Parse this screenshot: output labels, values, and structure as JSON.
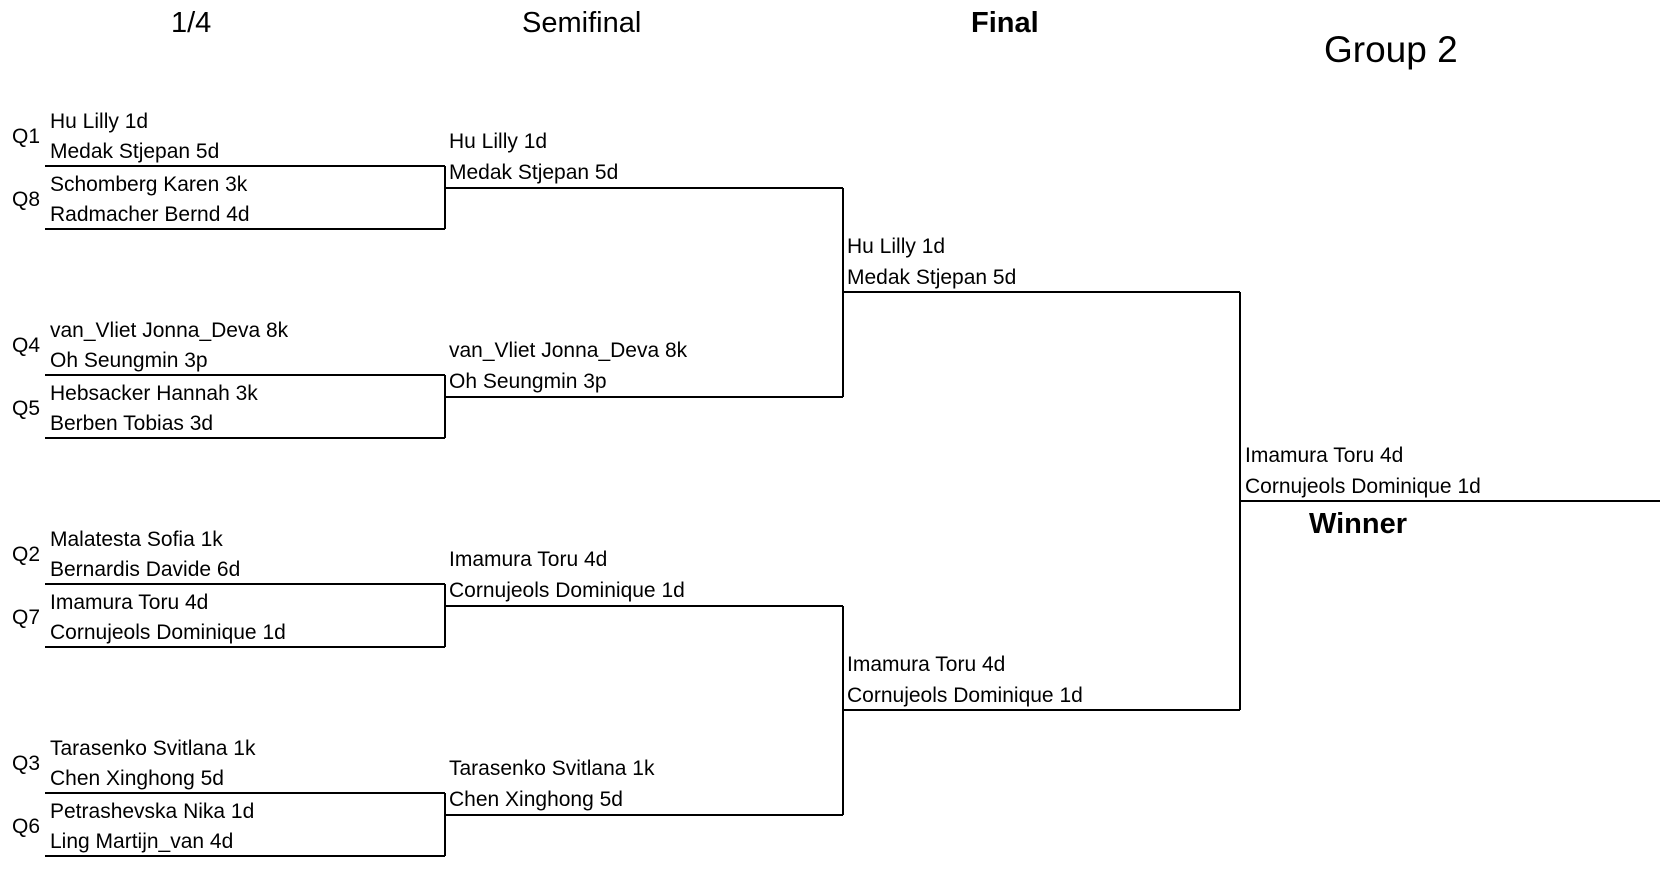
{
  "headers": {
    "quarter": "1/4",
    "semifinal": "Semifinal",
    "final": "Final",
    "group": "Group 2",
    "winner": "Winner"
  },
  "quarterfinals": [
    {
      "label": "Q1",
      "p1": "Hu Lilly 1d",
      "p2": "Medak Stjepan 5d"
    },
    {
      "label": "Q8",
      "p1": "Schomberg Karen 3k",
      "p2": "Radmacher Bernd 4d"
    },
    {
      "label": "Q4",
      "p1": "van_Vliet Jonna_Deva 8k",
      "p2": "Oh Seungmin 3p"
    },
    {
      "label": "Q5",
      "p1": "Hebsacker Hannah 3k",
      "p2": "Berben Tobias 3d"
    },
    {
      "label": "Q2",
      "p1": "Malatesta Sofia 1k",
      "p2": "Bernardis Davide 6d"
    },
    {
      "label": "Q7",
      "p1": "Imamura Toru 4d",
      "p2": "Cornujeols Dominique 1d"
    },
    {
      "label": "Q3",
      "p1": "Tarasenko Svitlana 1k",
      "p2": "Chen Xinghong 5d"
    },
    {
      "label": "Q6",
      "p1": "Petrashevska Nika 1d",
      "p2": "Ling Martijn_van 4d"
    }
  ],
  "semifinals": [
    {
      "p1": "Hu Lilly 1d",
      "p2": "Medak Stjepan 5d"
    },
    {
      "p1": "van_Vliet Jonna_Deva 8k",
      "p2": "Oh Seungmin 3p"
    },
    {
      "p1": "Imamura Toru 4d",
      "p2": "Cornujeols Dominique 1d"
    },
    {
      "p1": "Tarasenko Svitlana 1k",
      "p2": "Chen Xinghong 5d"
    }
  ],
  "finals": [
    {
      "p1": "Hu Lilly 1d",
      "p2": "Medak Stjepan 5d"
    },
    {
      "p1": "Imamura Toru 4d",
      "p2": "Cornujeols Dominique 1d"
    }
  ],
  "champion": {
    "p1": "Imamura Toru 4d",
    "p2": "Cornujeols Dominique 1d"
  }
}
